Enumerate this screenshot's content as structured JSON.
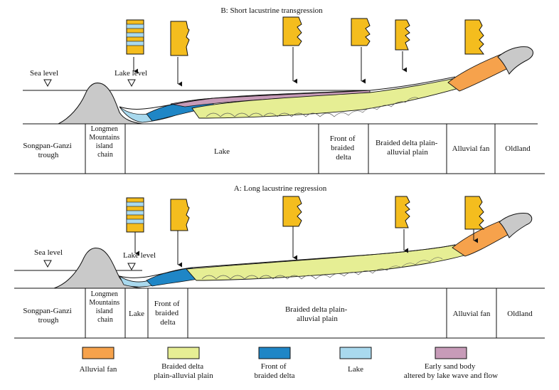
{
  "panel_b": {
    "title": "B: Short lacustrine transgression",
    "sea_level": "Sea  level",
    "lake_level": "Lake  level",
    "zones": {
      "songpan": [
        "Songpan-Ganzi",
        "trough"
      ],
      "longmen": [
        "Longmen",
        "Mountains",
        "island",
        "chain"
      ],
      "lake": "Lake",
      "front": [
        "Front of",
        "braided",
        "delta"
      ],
      "plain": [
        "Braided delta plain-",
        "alluvial plain"
      ],
      "fan": "Alluvial fan",
      "oldland": "Oldland"
    }
  },
  "panel_a": {
    "title": "A: Long lacustrine regression",
    "sea_level": "Sea  level",
    "lake_level": "Lake  level",
    "zones": {
      "songpan": [
        "Songpan-Ganzi",
        "trough"
      ],
      "longmen": [
        "Longmen",
        "Mountains",
        "island",
        "chain"
      ],
      "lake": "Lake",
      "front": [
        "Front of",
        "braided",
        "delta"
      ],
      "plain": [
        "Braided delta plain-",
        "alluvial plain"
      ],
      "fan": "Alluvial fan",
      "oldland": "Oldland"
    }
  },
  "legend": [
    {
      "key": "fan",
      "color": "#f6a24c",
      "lines": [
        "Alluvial fan"
      ]
    },
    {
      "key": "plain",
      "color": "#e6ee94",
      "lines": [
        "Braided delta",
        "plain-alluvial plain"
      ]
    },
    {
      "key": "front",
      "color": "#1f86c6",
      "lines": [
        "Front of",
        "braided delta"
      ]
    },
    {
      "key": "lake",
      "color": "#a9d9ee",
      "lines": [
        "Lake"
      ]
    },
    {
      "key": "early",
      "color": "#c79bb8",
      "lines": [
        "Early sand body",
        "altered by lake wave and flow"
      ]
    }
  ],
  "colors": {
    "alluvial_fan": "#f6a24c",
    "braided_plain": "#e6ee94",
    "delta_front": "#1f86c6",
    "lake": "#a9d9ee",
    "early_sand": "#c79bb8",
    "column_sand": "#f4bd1e",
    "mountain": "#c9c9c9"
  }
}
